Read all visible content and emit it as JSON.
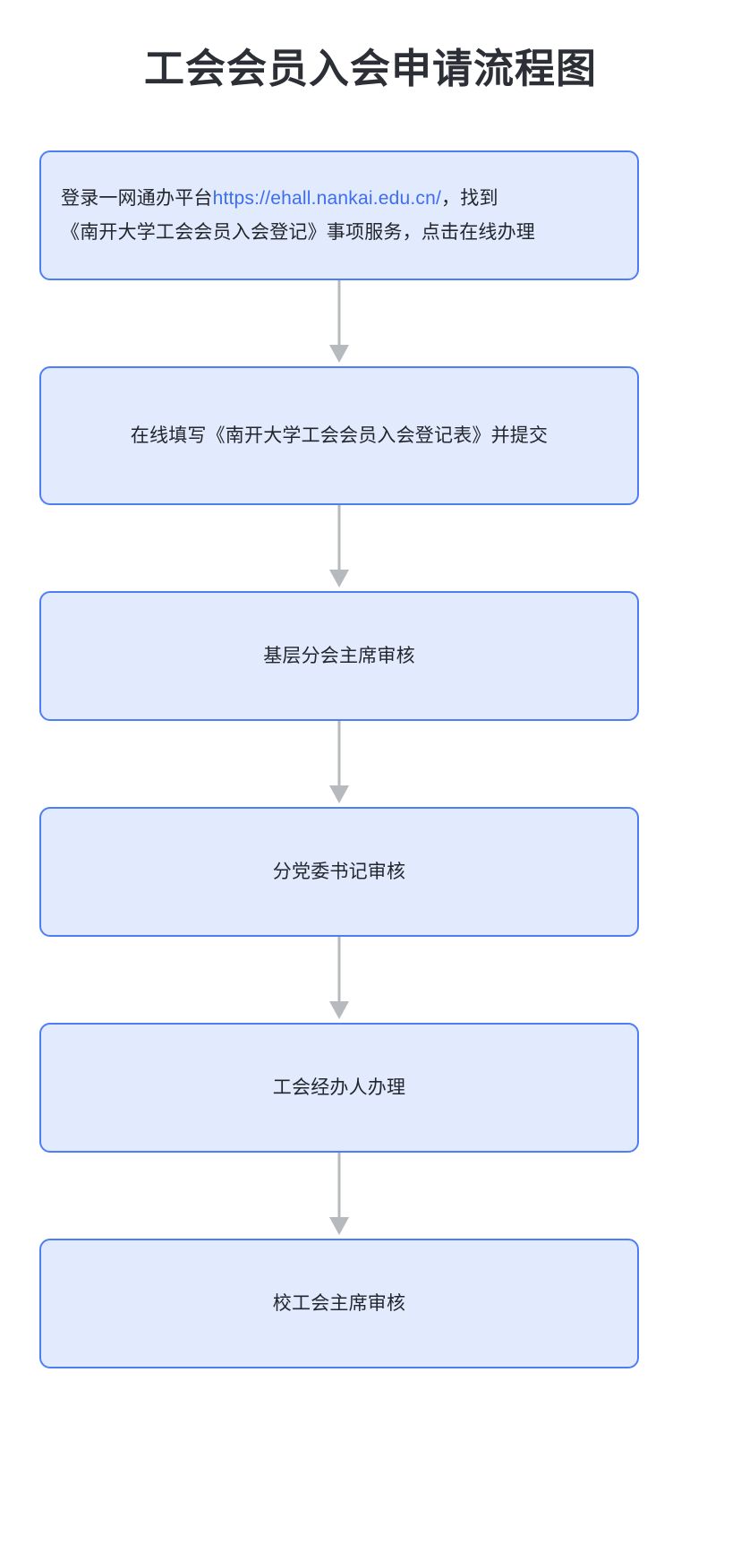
{
  "title": "工会会员入会申请流程图",
  "colors": {
    "node_fill": "#e2eafd",
    "node_border": "#4f7df4",
    "link_text": "#3d6ef0",
    "arrow": "#b6b9be",
    "title_text": "#2c2f36",
    "body_text": "#23262d",
    "page_background": "#ffffff"
  },
  "chart_data": {
    "type": "diagram",
    "diagram_kind": "flowchart",
    "direction": "top-to-bottom",
    "title": "工会会员入会申请流程图",
    "node_count": 6,
    "connector_count": 5,
    "nodes": [
      {
        "id": "step1",
        "label_full": "登录一网通办平台https://ehall.nankai.edu.cn/，找到《南开大学工会会员入会登记》事项服务，点击在线办理",
        "line1_prefix": "登录一网通办平台",
        "line1_link": "https://ehall.nankai.edu.cn/",
        "line1_suffix": "，找到",
        "line2": "《南开大学工会会员入会登记》事项服务，点击在线办理",
        "has_link": true,
        "align": "left"
      },
      {
        "id": "step2",
        "label_full": "在线填写《南开大学工会会员入会登记表》并提交",
        "has_link": false,
        "align": "center"
      },
      {
        "id": "step3",
        "label_full": "基层分会主席审核",
        "has_link": false,
        "align": "center"
      },
      {
        "id": "step4",
        "label_full": "分党委书记审核",
        "has_link": false,
        "align": "center"
      },
      {
        "id": "step5",
        "label_full": "工会经办人办理",
        "has_link": false,
        "align": "center"
      },
      {
        "id": "step6",
        "label_full": "校工会主席审核",
        "has_link": false,
        "align": "center"
      }
    ],
    "edges": [
      {
        "from": "step1",
        "to": "step2",
        "style": "arrow-down"
      },
      {
        "from": "step2",
        "to": "step3",
        "style": "arrow-down"
      },
      {
        "from": "step3",
        "to": "step4",
        "style": "arrow-down"
      },
      {
        "from": "step4",
        "to": "step5",
        "style": "arrow-down"
      },
      {
        "from": "step5",
        "to": "step6",
        "style": "arrow-down"
      }
    ]
  }
}
